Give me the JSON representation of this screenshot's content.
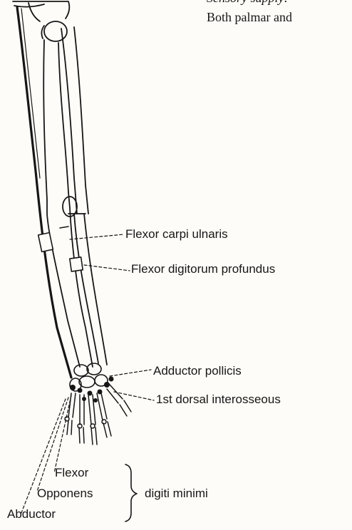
{
  "header": {
    "line1": "Sensory supply:",
    "line2": "Both palmar and"
  },
  "labels": {
    "flexor_carpi_ulnaris": "Flexor carpi ulnaris",
    "flexor_digitorum_profundus": "Flexor digitorum profundus",
    "adductor_pollicis": "Adductor pollicis",
    "first_dorsal_interosseous": "1st dorsal interosseous",
    "flexor": "Flexor",
    "opponens": "Opponens",
    "abductor": "Abductor",
    "digiti_minimi": "digiti minimi"
  },
  "colors": {
    "ink": "#161616",
    "paper": "#fdfcf8"
  }
}
